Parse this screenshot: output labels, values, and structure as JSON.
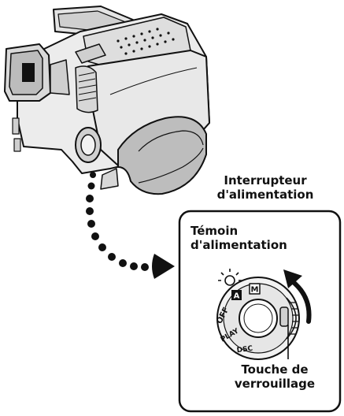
{
  "labels": {
    "power_switch": [
      "Interrupteur",
      "d'alimentation"
    ],
    "power_lamp": [
      "Témoin",
      "d'alimentation"
    ],
    "lock_button": [
      "Touche de",
      "verrouillage"
    ]
  },
  "dial": {
    "mode_marks": [
      "A",
      "M"
    ],
    "positions": [
      "OFF",
      "PLAY",
      "DSC"
    ]
  },
  "colors": {
    "ink": "#111111",
    "body_shade": "#d7d7d7",
    "body_light": "#f2f2f2",
    "strap": "#bdbdbd"
  }
}
